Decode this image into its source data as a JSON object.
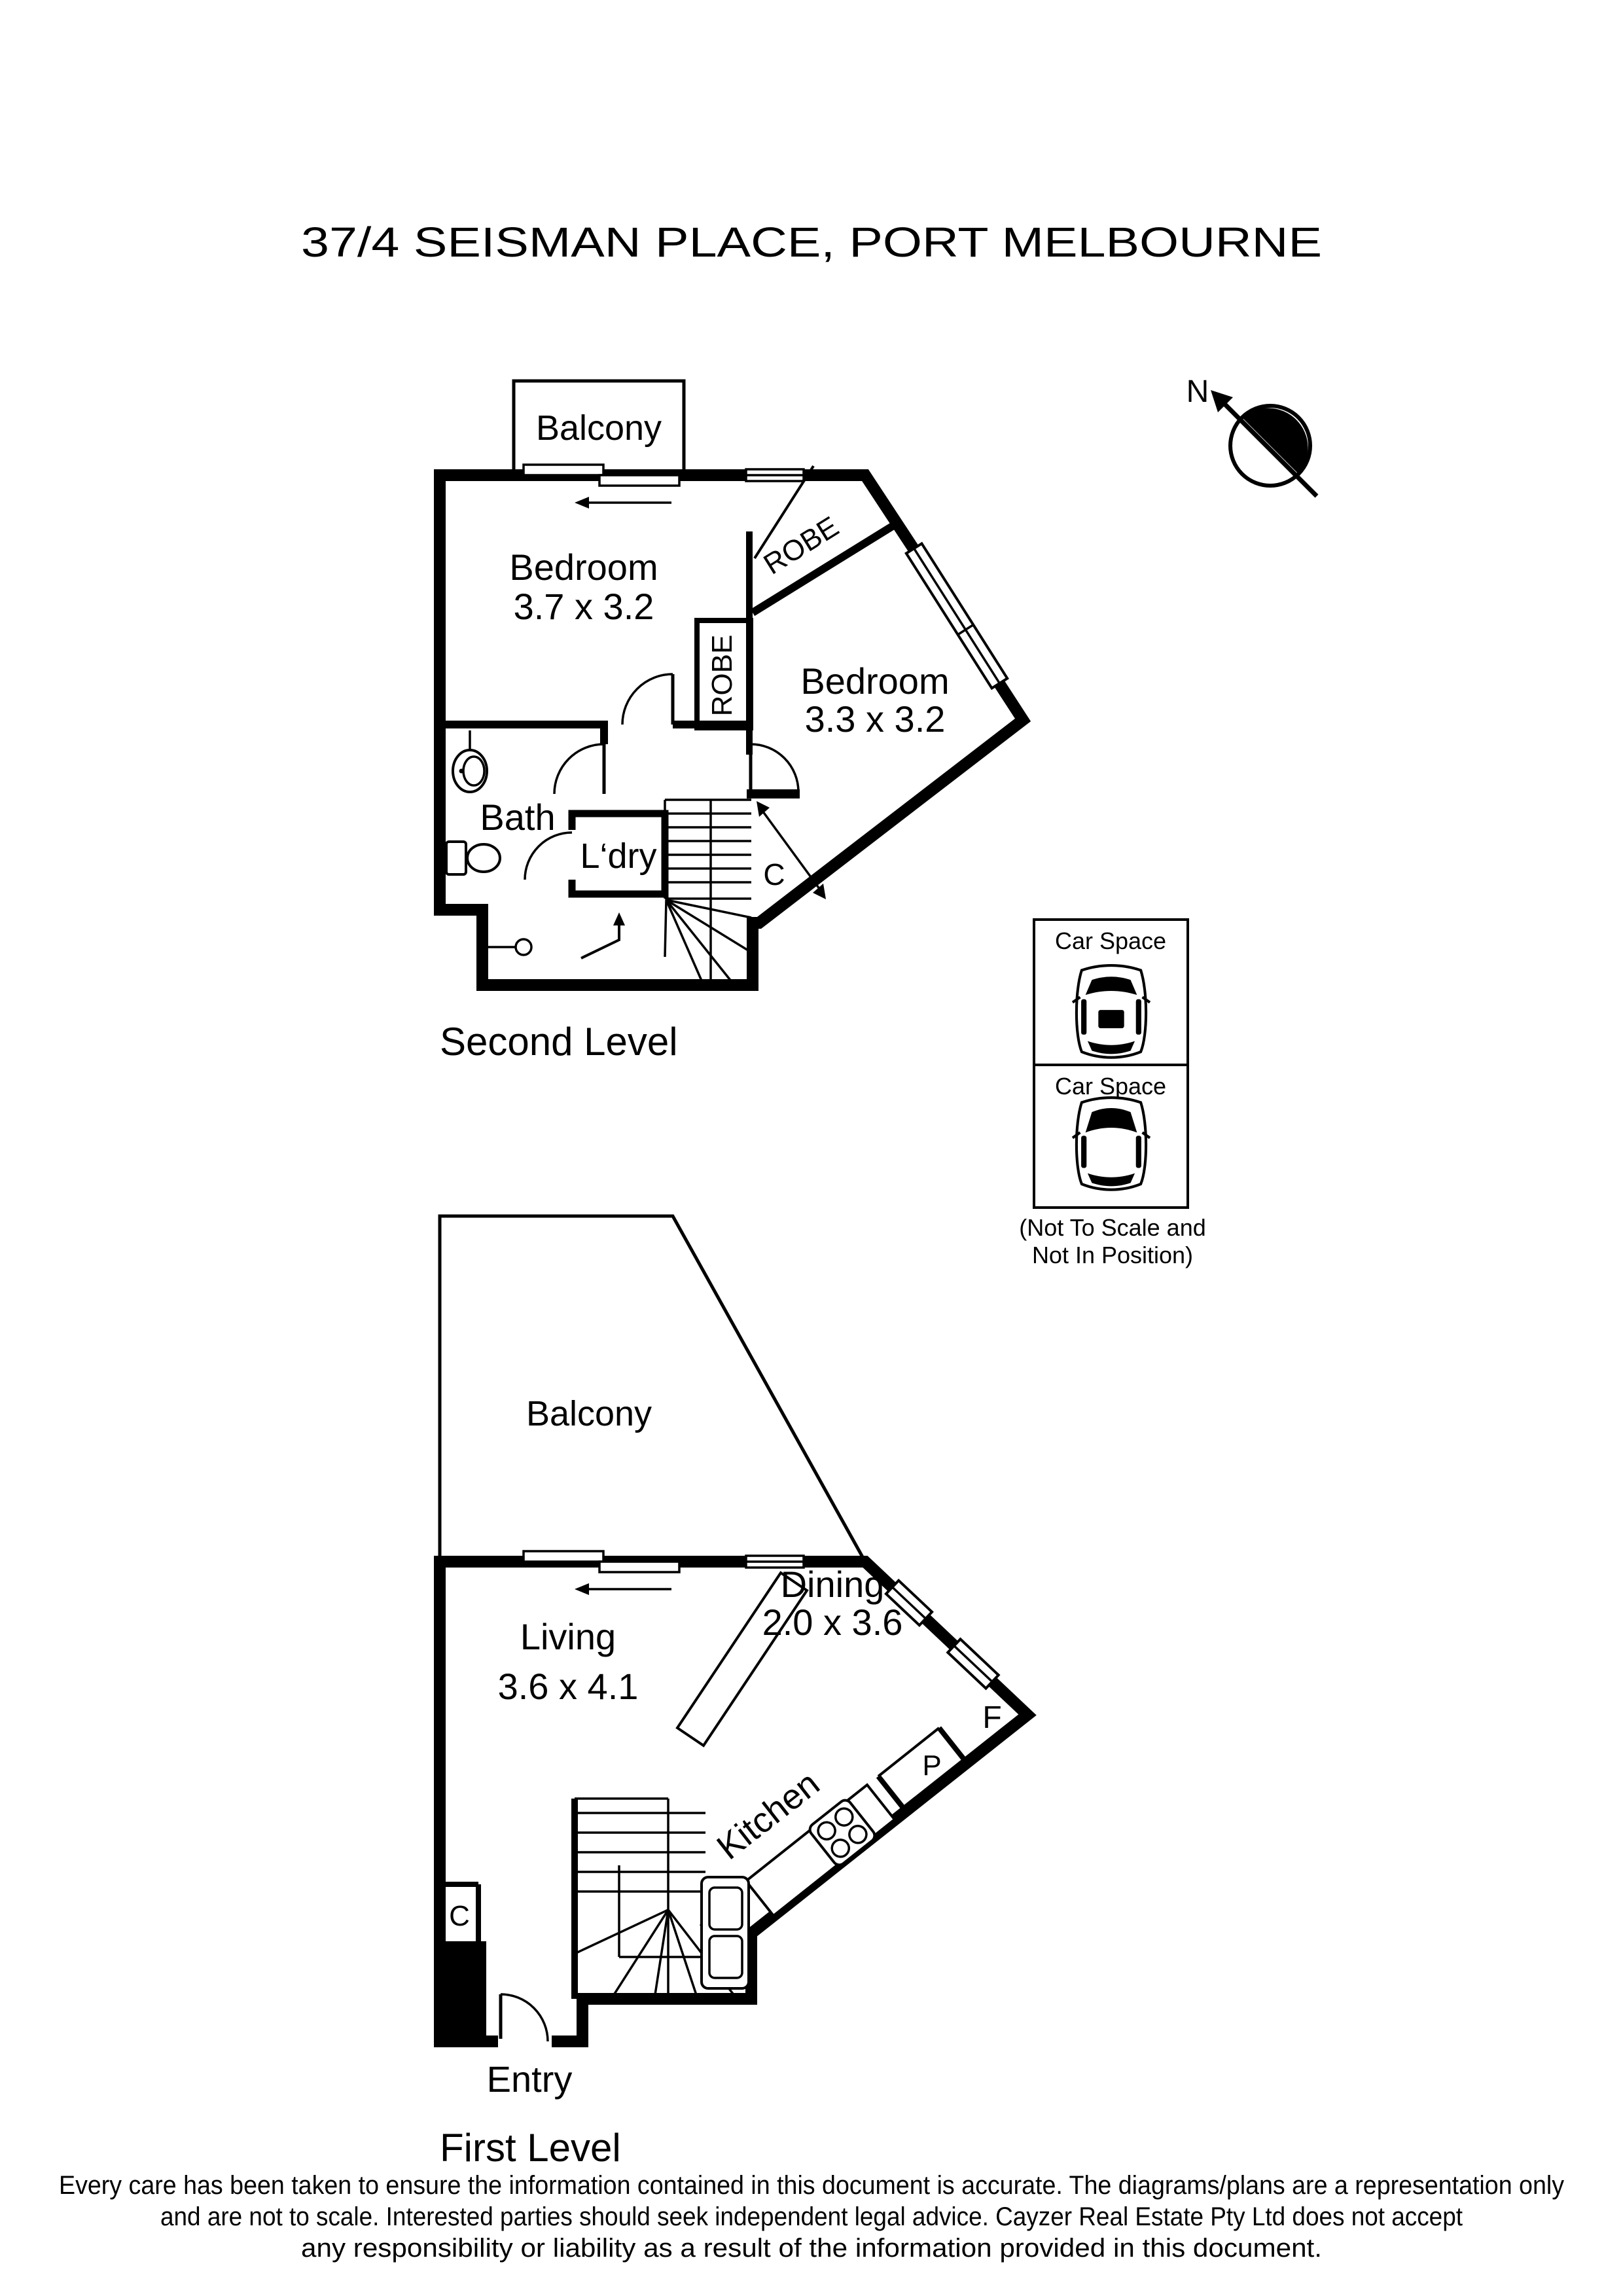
{
  "colors": {
    "ink": "#000000",
    "paper": "#ffffff"
  },
  "title": "37/4 SEISMAN PLACE, PORT MELBOURNE",
  "compass": {
    "north_label": "N"
  },
  "second_level": {
    "caption": "Second Level",
    "balcony_label": "Balcony",
    "bedroom1_name": "Bedroom",
    "bedroom1_dims": "3.7 x 3.2",
    "bedroom2_name": "Bedroom",
    "bedroom2_dims": "3.3 x 3.2",
    "robe_angled_label": "ROBE",
    "robe_vertical_label": "ROBE",
    "bath_label": "Bath",
    "laundry_label": "L‘dry",
    "cupboard_label": "C"
  },
  "first_level": {
    "caption": "First Level",
    "balcony_label": "Balcony",
    "living_name": "Living",
    "living_dims": "3.6 x 4.1",
    "dining_name": "Dining",
    "dining_dims": "2.0 x 3.6",
    "kitchen_label": "Kitchen",
    "pantry_label": "P",
    "fridge_label": "F",
    "cupboard_label": "C",
    "entry_label": "Entry"
  },
  "car_spaces": {
    "space1_label": "Car Space",
    "space2_label": "Car Space",
    "note_line1": "(Not To Scale and",
    "note_line2": "Not In Position)"
  },
  "disclaimer": {
    "line1": "Every care has been taken to ensure the information contained in this document is accurate. The diagrams/plans are a representation only",
    "line2": "and are not to scale. Interested parties should seek independent legal advice. Cayzer Real Estate Pty Ltd does not accept",
    "line3": "any responsibility or liability as a result of the information provided in this document."
  }
}
